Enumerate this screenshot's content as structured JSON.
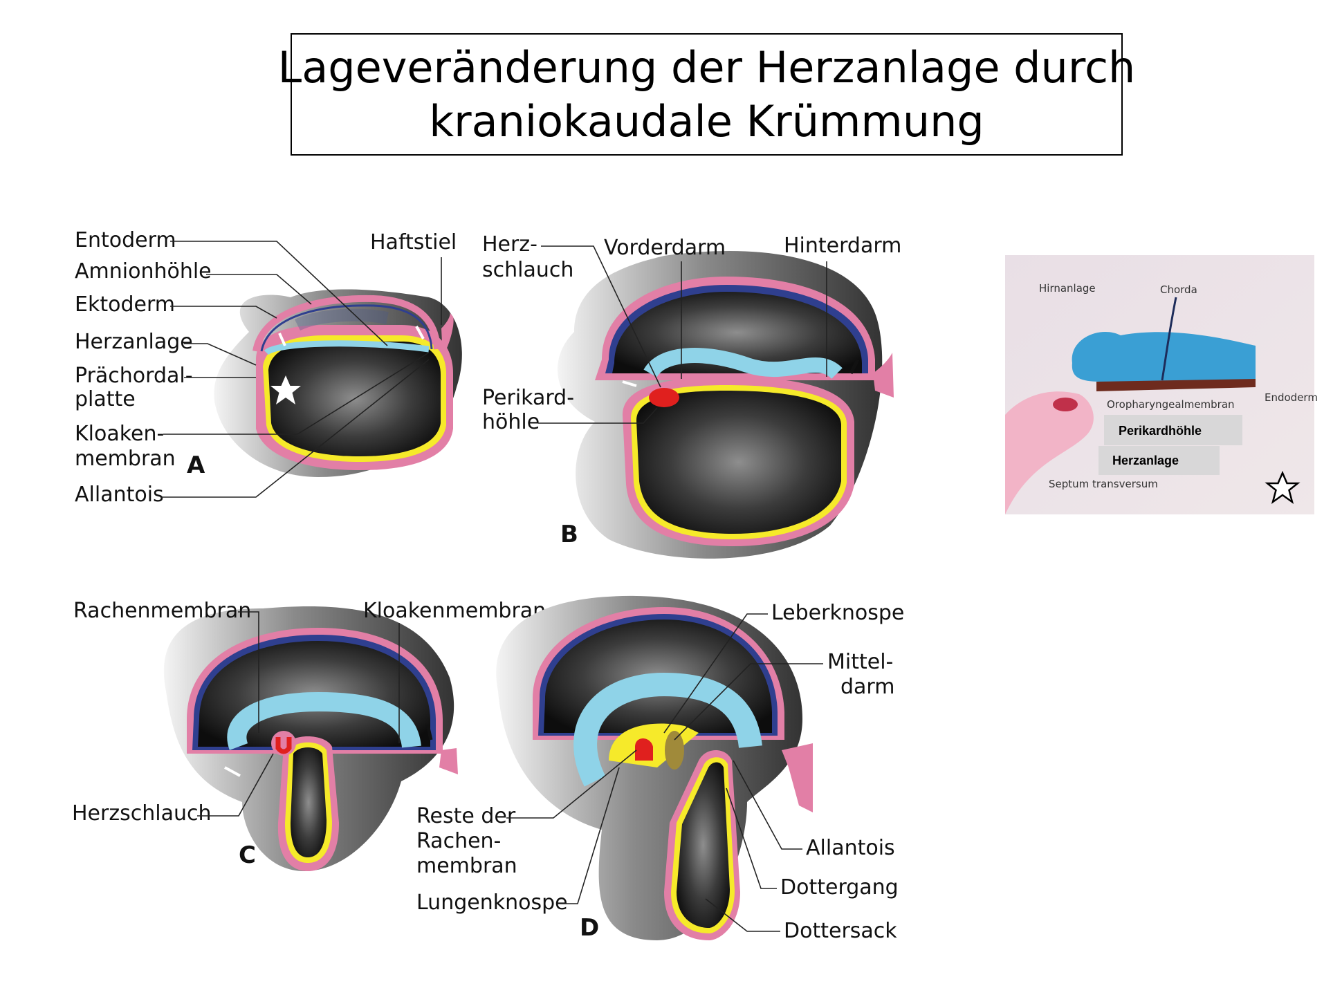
{
  "title": {
    "line1": "Lageveränderung der Herzanlage durch",
    "line2": "kraniokaudale Krümmung"
  },
  "panels": {
    "A": {
      "letter": "A",
      "labels": {
        "entoderm": "Entoderm",
        "amnionhoehle": "Amnionhöhle",
        "ektoderm": "Ektoderm",
        "herzanlage": "Herzanlage",
        "praechordal1": "Prächordal-",
        "praechordal2": "platte",
        "kloaken1": "Kloaken-",
        "kloaken2": "membran",
        "allantois": "Allantois",
        "haftstiel": "Haftstiel"
      }
    },
    "B": {
      "letter": "B",
      "labels": {
        "herz1": "Herz-",
        "herz2": "schlauch",
        "vorderdarm": "Vorderdarm",
        "hinterdarm": "Hinterdarm",
        "perikard1": "Perikard-",
        "perikard2": "höhle"
      }
    },
    "C": {
      "letter": "C",
      "labels": {
        "rachenmembran": "Rachenmembran",
        "kloakenmembran": "Kloakenmembran",
        "herzschlauch": "Herzschlauch"
      }
    },
    "D": {
      "letter": "D",
      "labels": {
        "leberknospe": "Leberknospe",
        "mittel1": "Mittel-",
        "mittel2": "darm",
        "reste1": "Reste der",
        "reste2": "Rachen-",
        "reste3": "membran",
        "lungenknospe": "Lungenknospe",
        "allantois": "Allantois",
        "dottergang": "Dottergang",
        "dottersack": "Dottersack"
      }
    }
  },
  "inset": {
    "labels": {
      "hirnanlage": "Hirnanlage",
      "chorda": "Chorda",
      "oropharyngeal": "Oropharyngealmembran",
      "endoderm": "Endoderm",
      "septum": "Septum transversum"
    },
    "overlay": {
      "perikardhoehle": "Perikardhöhle",
      "herzanlage": "Herzanlage"
    },
    "star_icon": "white-star-icon"
  },
  "colors": {
    "ectoderm_pink": "#e27fa6",
    "amnion_blue": "#2f3f8f",
    "neural_light_blue": "#8fd3e8",
    "endoderm_yellow": "#f6ea2a",
    "heart_red": "#e0201e"
  }
}
